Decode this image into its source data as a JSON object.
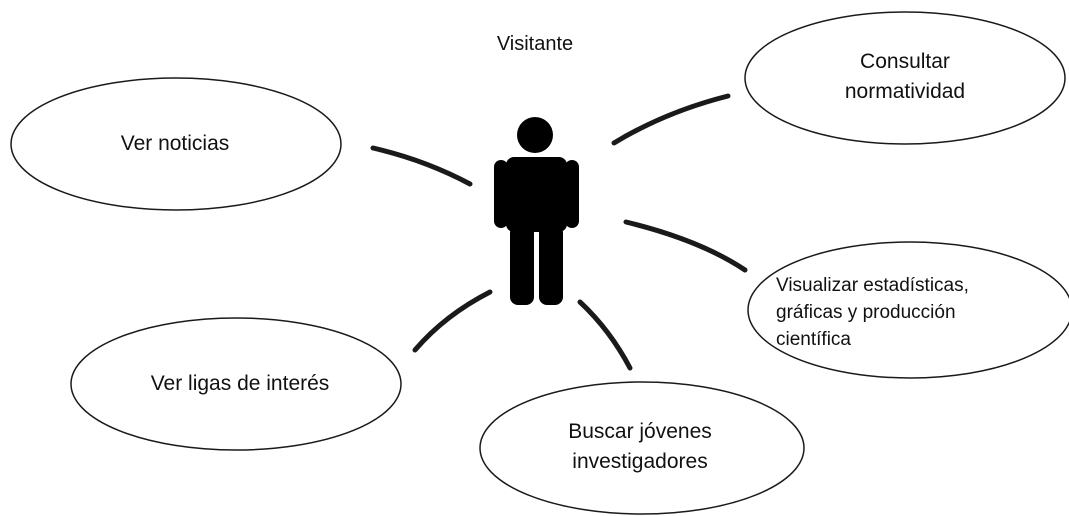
{
  "actor": {
    "label": "Visitante"
  },
  "use_cases": {
    "noticias": "Ver noticias",
    "normatividad": "Consultar\nnormatividad",
    "estadisticas": "Visualizar estadísticas,\ngráficas y producción\ncientífica",
    "ligas": "Ver ligas de interés",
    "jovenes": "Buscar jóvenes\ninvestigadores"
  },
  "colors": {
    "stroke": "#1a1a1a",
    "actor_fill": "#000000",
    "background": "#ffffff"
  }
}
